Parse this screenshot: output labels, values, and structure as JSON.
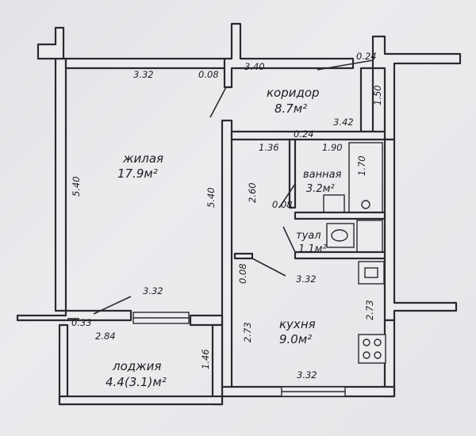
{
  "rooms": {
    "living": {
      "name": "жилая",
      "area": "17.9м²"
    },
    "corridor": {
      "name": "коридор",
      "area": "8.7м²"
    },
    "bathroom": {
      "name": "ванная",
      "area": "3.2м²"
    },
    "toilet": {
      "name": "туал",
      "area": "1.1м²"
    },
    "kitchen": {
      "name": "кухня",
      "area": "9.0м²"
    },
    "loggia": {
      "name": "лоджия",
      "area": "4.4(3.1)м²"
    }
  },
  "dimensions": {
    "living_top": "3.32",
    "living_door": "0.08",
    "corridor_top": "3.40",
    "corridor_right_wall": "0.24",
    "corridor_height": "1.50",
    "corridor_bottom": "3.42",
    "bath_wall": "0.24",
    "bath_left": "1.36",
    "bath_top": "1.90",
    "bath_right": "1.70",
    "partition_height": "2.60",
    "living_left": "5.40",
    "living_right": "5.40",
    "bath_door": "0.08",
    "kitchen_partition": "0.08",
    "kitchen_top": "3.32",
    "living_bottom": "3.32",
    "loggia_wall": "0.33",
    "loggia_width": "2.84",
    "loggia_depth": "1.46",
    "kitchen_left": "2.73",
    "kitchen_right": "2.73",
    "kitchen_bottom": "3.32"
  }
}
